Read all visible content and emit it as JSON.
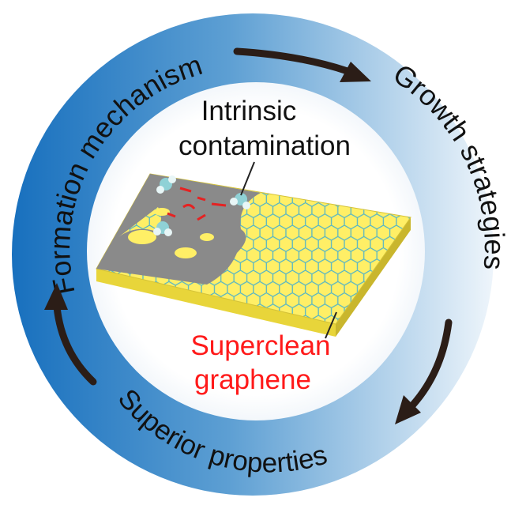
{
  "ring_labels": {
    "top_left": "Formation mechanism",
    "right": "Growth strategies",
    "bottom": "Superior properties",
    "bottom_left": "Superior"
  },
  "center": {
    "intrinsic_line1": "Intrinsic",
    "intrinsic_line2": "contamination",
    "superclean_line1": "Superclean",
    "superclean_line2": "graphene"
  },
  "colors": {
    "ring_dark": "#1a6fbf",
    "ring_light": "#e6f0f8",
    "arrow": "#2b1d17",
    "graphene_yellow": "#ffef66",
    "graphene_edge": "#4fb3c9",
    "contamination_gray": "#8a8a8a",
    "red_label": "#ff1a1a"
  }
}
